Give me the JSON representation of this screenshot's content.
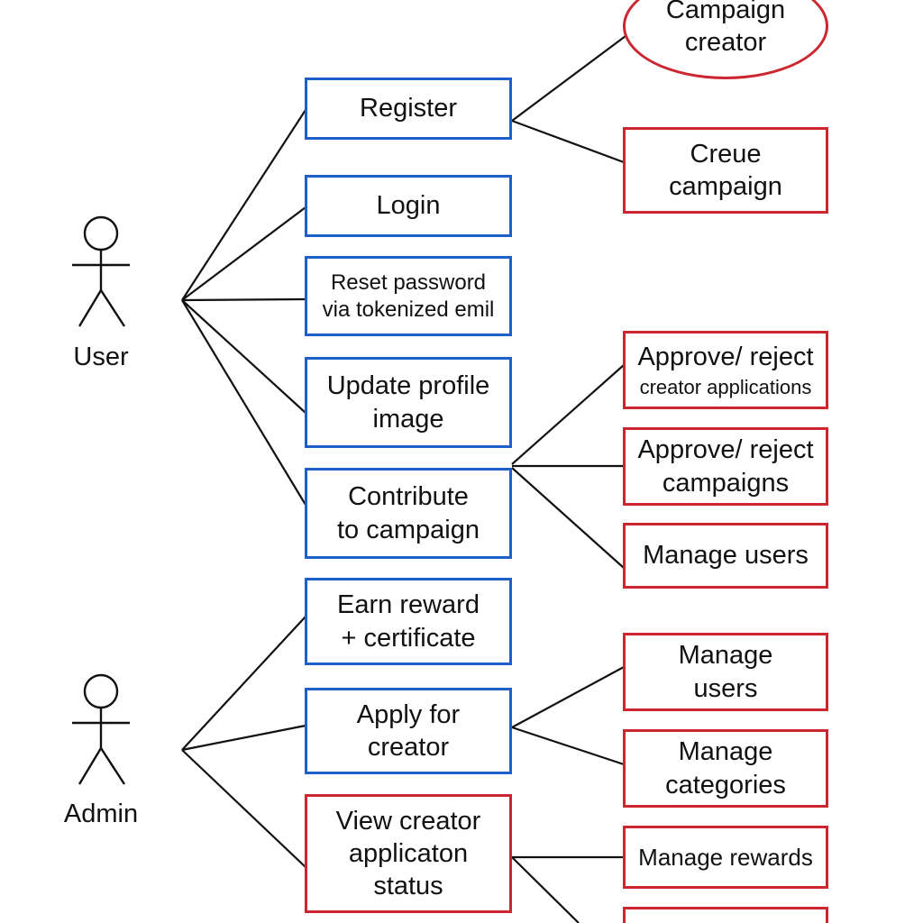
{
  "actors": {
    "user": "User",
    "admin": "Admin"
  },
  "user_cases": [
    "Register",
    "Login",
    "Reset password\nvia tokenized emil",
    "Update profile\nimage",
    "Contribute\nto campaign"
  ],
  "admin_cases": [
    "Earn reward\n+ certificate",
    "Apply for\ncreator",
    "View creator\napplicaton\nstatus"
  ],
  "register_targets": {
    "oval": "Campaign\ncreator",
    "create": "Creue\ncampaign"
  },
  "contribute_targets": [
    "Approve/ reject\ncreator applications",
    "Approve/ reject\ncampaigns",
    "Manage users"
  ],
  "apply_targets": [
    "Manage\nusers",
    "Manage\ncategories"
  ],
  "view_targets": [
    "Manage rewards",
    ""
  ],
  "colors": {
    "user_box_border": "#1f5fc8",
    "admin_box_border": "#cc2630",
    "line": "#111111"
  }
}
